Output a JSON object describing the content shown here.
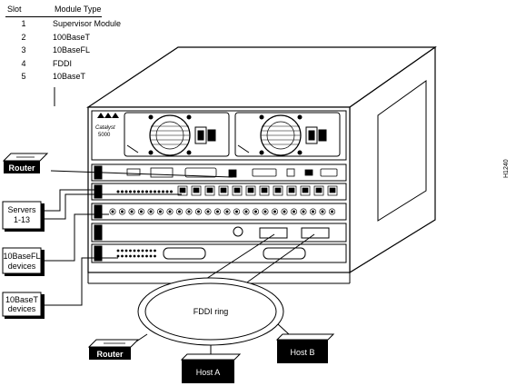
{
  "table": {
    "headers": {
      "slot": "Slot",
      "module_type": "Module Type"
    },
    "rows": [
      {
        "slot": "1",
        "module": "Supervisor Module"
      },
      {
        "slot": "2",
        "module": "100BaseT"
      },
      {
        "slot": "3",
        "module": "10BaseFL"
      },
      {
        "slot": "4",
        "module": "FDDI"
      },
      {
        "slot": "5",
        "module": "10BaseT"
      }
    ]
  },
  "chassis": {
    "brand": "Catalyst",
    "model": "5000"
  },
  "figure_id": "H1240",
  "devices": {
    "router_top": "Router",
    "servers": "Servers\n1-13",
    "fl_devices": "10BaseFL\ndevices",
    "t_devices": "10BaseT\ndevices",
    "router_bottom": "Router",
    "host_a": "Host A",
    "host_b": "Host B"
  },
  "ring": {
    "label": "FDDI ring"
  }
}
